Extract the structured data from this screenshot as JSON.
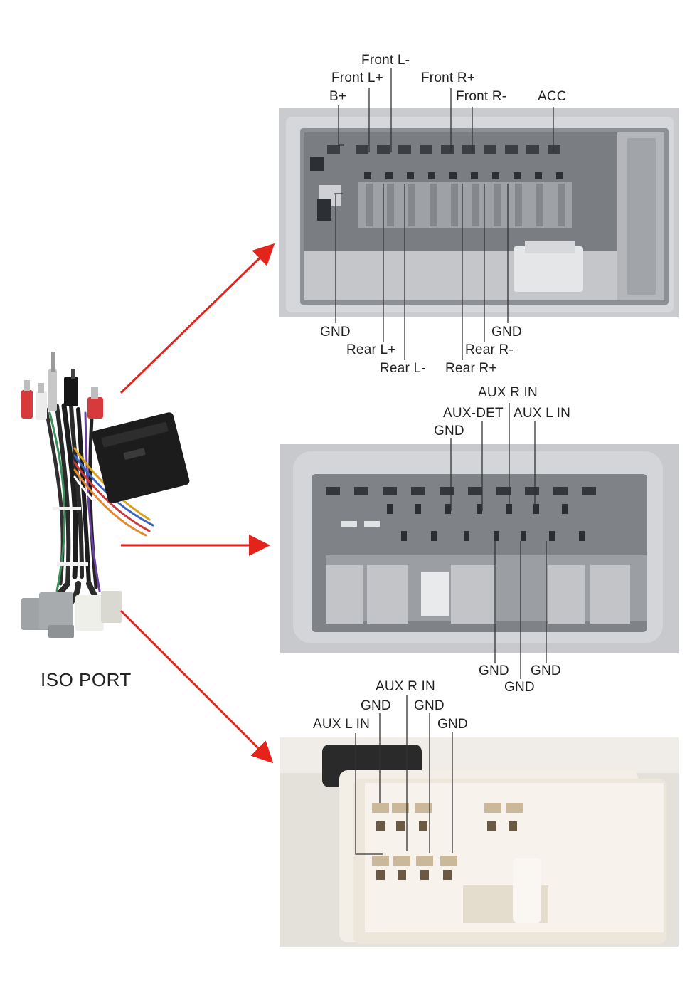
{
  "harness": {
    "caption": "ISO PORT"
  },
  "connector_top": {
    "labels_above": [
      "Front L-",
      "Front L+",
      "Front R+",
      "B+",
      "Front R-",
      "ACC"
    ],
    "labels_below": [
      "GND",
      "GND",
      "Rear L+",
      "Rear R-",
      "Rear L-",
      "Rear R+"
    ]
  },
  "connector_middle": {
    "labels_above": [
      "AUX R IN",
      "AUX-DET",
      "AUX L IN",
      "GND"
    ],
    "labels_below": [
      "GND",
      "GND",
      "GND"
    ]
  },
  "connector_bottom": {
    "labels_above": [
      "AUX R IN",
      "GND",
      "GND",
      "AUX L IN",
      "GND"
    ]
  },
  "colors": {
    "arrow": "#e3241b",
    "leader": "#333333"
  }
}
